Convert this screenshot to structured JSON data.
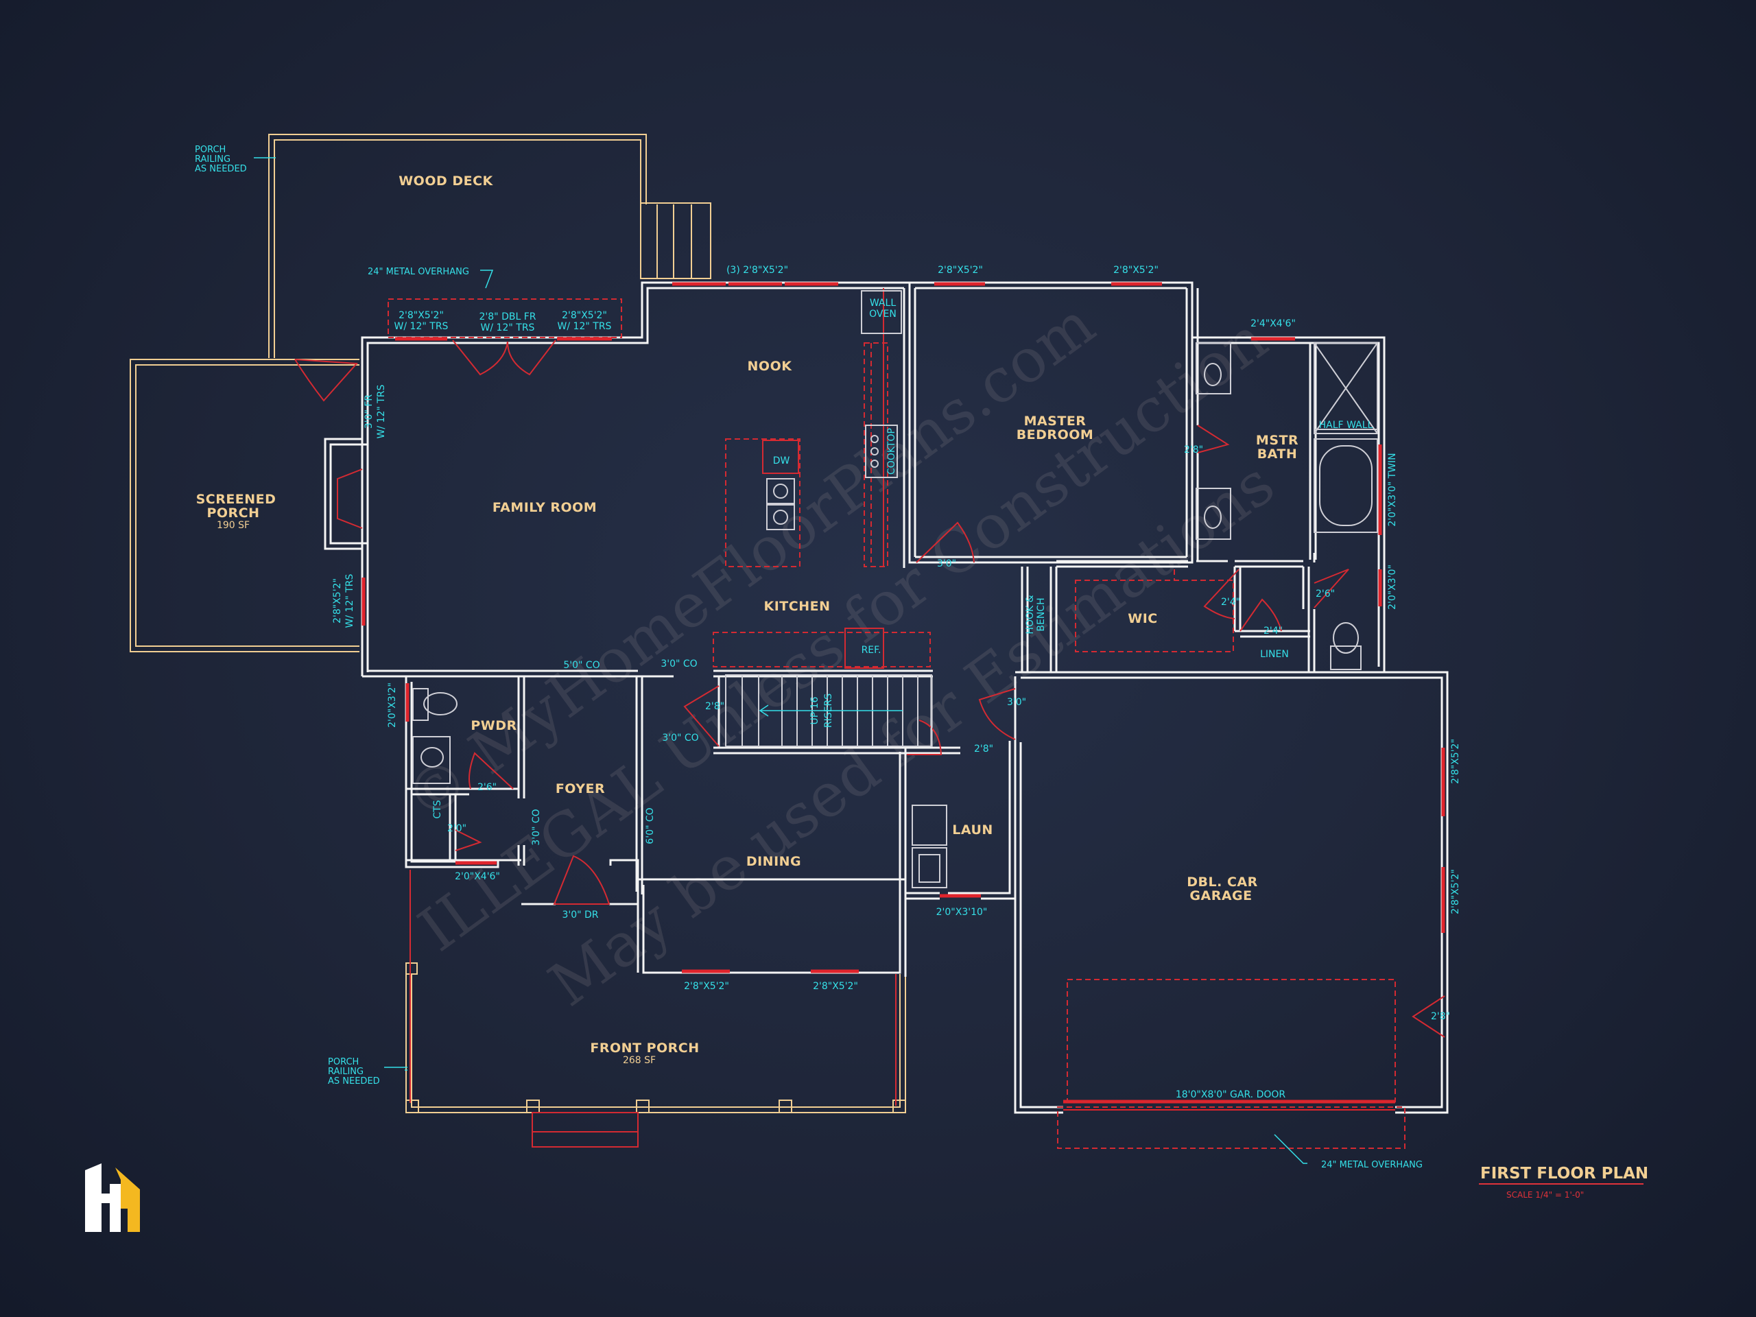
{
  "rooms": {
    "wood_deck": "WOOD DECK",
    "screened_porch": "SCREENED",
    "screened_porch_2": "PORCH",
    "screened_porch_sf": "190 SF",
    "family_room": "FAMILY ROOM",
    "nook": "NOOK",
    "kitchen": "KITCHEN",
    "master_bedroom": "MASTER",
    "master_bedroom_2": "BEDROOM",
    "master_bath": "MSTR",
    "master_bath_2": "BATH",
    "wic": "WIC",
    "pwdr": "PWDR",
    "foyer": "FOYER",
    "dining": "DINING",
    "laun": "LAUN",
    "garage": "DBL. CAR",
    "garage_2": "GARAGE",
    "front_porch": "FRONT PORCH",
    "front_porch_sf": "268 SF"
  },
  "fixtures": {
    "dw": "DW",
    "wall_oven": "WALL",
    "wall_oven_2": "OVEN",
    "cooktop": "COOKTOP",
    "ref": "REF.",
    "linen": "LINEN",
    "half_wall": "HALF WALL",
    "cts": "CTS",
    "hook_bench": "HOOK &",
    "hook_bench_2": "BENCH",
    "stair": "UP 16",
    "stair_2": "RISERS"
  },
  "dimensions": {
    "w_nook": "(3) 2'8\"X5'2\"",
    "w_mb1": "2'8\"X5'2\"",
    "w_mb2": "2'8\"X5'2\"",
    "w_fam1": "2'8\"X5'2\"",
    "w_fam1b": "W/ 12\" TRS",
    "w_dbl": "2'8\" DBL FR",
    "w_dblb": "W/ 12\" TRS",
    "w_fam2": "2'8\"X5'2\"",
    "w_fam2b": "W/ 12\" TRS",
    "d_porch": "3'0\" FR",
    "d_porchb": "W/ 12\" TRS",
    "w_side": "2'8\"X5'2\"",
    "w_sideb": "W/ 12\" TRS",
    "w_bath": "2'4\"X4'6\"",
    "d_bath": "2'8\"",
    "d_mb": "3'0\"",
    "w_tub": "2'0\"X3'0\" TWIN",
    "w_wc": "2'0\"X3'0\"",
    "d_wc": "2'6\"",
    "d_wic": "2'4\"",
    "d_linen": "2'4\"",
    "co_5": "5'0\" CO",
    "co_3a": "3'0\" CO",
    "co_3b": "3'0\" CO",
    "d_stair": "2'8\"",
    "d_gar": "3'0\"",
    "d_laun": "2'8\"",
    "w_pwdr": "2'0\"X3'2\"",
    "d_pwdr": "2'6\"",
    "d_cts": "2'0\"",
    "w_cts": "2'0\"X4'6\"",
    "co_foyer": "3'0\" CO",
    "co_dining": "6'0\" CO",
    "d_front": "3'0\" DR",
    "w_laun": "2'0\"X3'10\"",
    "w_din1": "2'8\"X5'2\"",
    "w_din2": "2'8\"X5'2\"",
    "w_gar1": "2'8\"X5'2\"",
    "w_gar2": "2'8\"X5'2\"",
    "d_gar2": "2'8\"",
    "gar_door": "18'0\"X8'0\" GAR. DOOR"
  },
  "notes": {
    "railing_top": "PORCH",
    "railing_top_2": "RAILING",
    "railing_top_3": "AS NEEDED",
    "overhang_top": "24\" METAL OVERHANG",
    "railing_bottom": "PORCH",
    "railing_bottom_2": "RAILING",
    "railing_bottom_3": "AS NEEDED",
    "overhang_bottom": "24\" METAL OVERHANG"
  },
  "title": {
    "main": "FIRST FLOOR PLAN",
    "scale": "SCALE 1/4\" = 1'-0\""
  },
  "watermark": {
    "line1": "© MyHomeFloorPlans.com",
    "line2": "ILLEGAL Unless for Construction",
    "line3": "May be used for Estimations"
  },
  "colors": {
    "background": "#1e2538",
    "walls": "#f4f4f4",
    "windows": "#e0242c",
    "room_labels": "#f2cf93",
    "dimension_labels": "#35e0e8",
    "logo": "#f4b820"
  },
  "icons": [
    "home-logo-icon"
  ]
}
